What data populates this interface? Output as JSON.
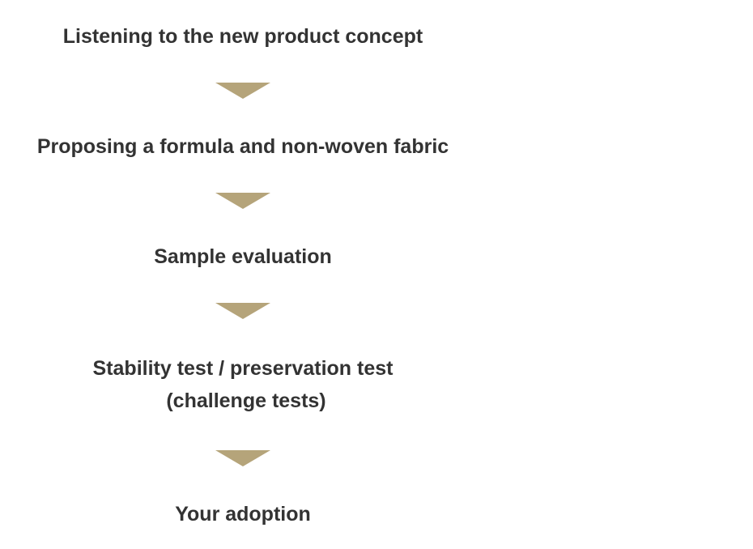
{
  "steps": [
    {
      "label": "Listening to the new product concept"
    },
    {
      "label": "Proposing a formula and non-woven fabric"
    },
    {
      "label": "Sample evaluation"
    },
    {
      "label": "Stability test / preservation test",
      "label2": "(challenge tests)"
    },
    {
      "label": "Your adoption"
    }
  ],
  "colors": {
    "arrow": "#b5a47a",
    "text": "#333333"
  }
}
